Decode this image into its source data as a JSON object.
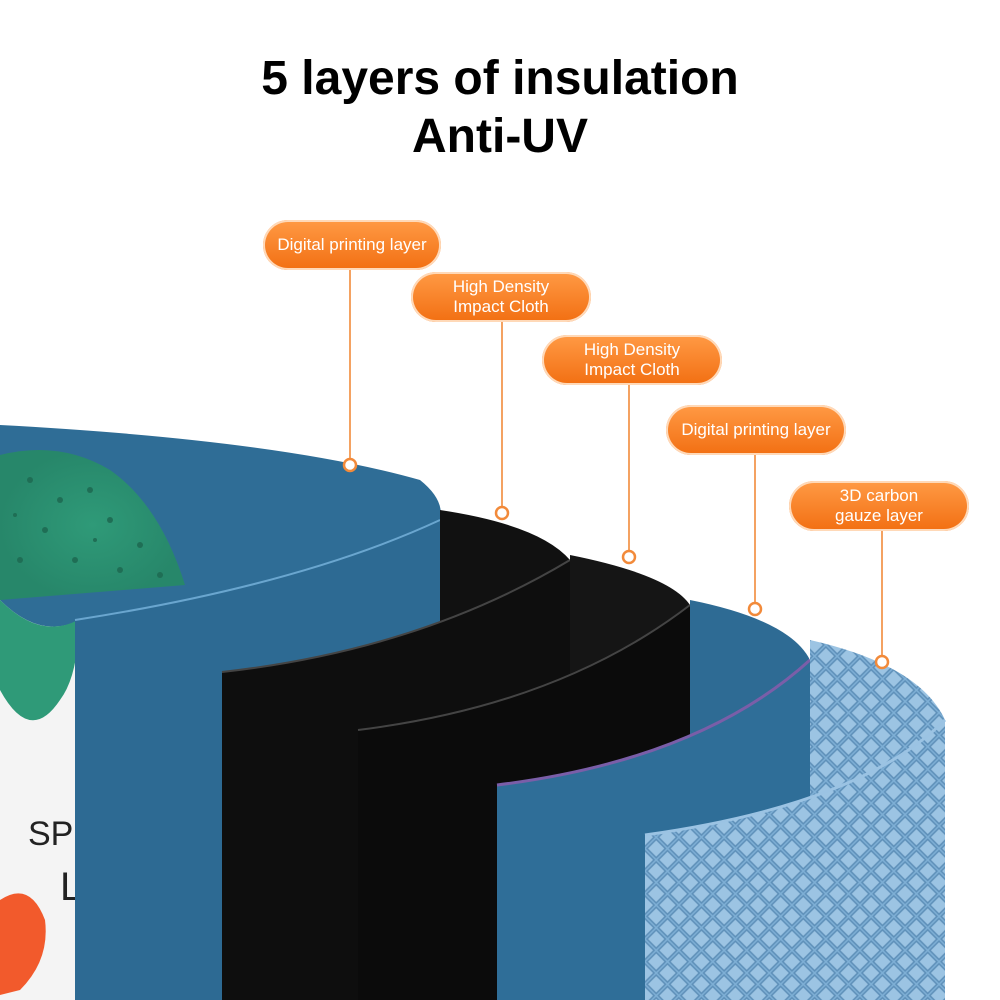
{
  "title": {
    "line1": "5 layers of insulation",
    "line2": "Anti-UV"
  },
  "callouts": [
    {
      "lines": [
        "Digital printing layer"
      ]
    },
    {
      "lines": [
        "High Density",
        "Impact Cloth"
      ]
    },
    {
      "lines": [
        "High Density",
        "Impact Cloth"
      ]
    },
    {
      "lines": [
        "Digital printing layer"
      ]
    },
    {
      "lines": [
        "3D carbon",
        "gauze layer"
      ]
    }
  ],
  "printed_text": {
    "fragment_1": "SPE",
    "fragment_2": "L"
  },
  "colors": {
    "callout_orange": "#f26f12",
    "outer_layer_blue": "#2f6d96",
    "impact_cloth_black": "#0d0d0d",
    "gauze_blue": "#7fb0d6",
    "print_green": "#2f9a78"
  }
}
